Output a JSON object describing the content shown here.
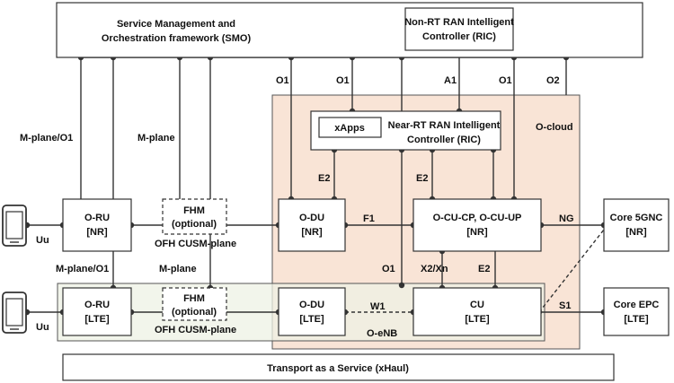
{
  "colors": {
    "ocloud_fill": "#f9e4d6",
    "oenb_fill": "#eef2e4",
    "line": "#333333"
  },
  "icons": [
    "mobile-phone-icon"
  ],
  "boxes": {
    "smo_line1": "Service Management and",
    "smo_line2": "Orchestration framework (SMO)",
    "nonrt_line1": "Non-RT RAN Intelligent",
    "nonrt_line2": "Controller (RIC)",
    "nearrt_line1": "Near-RT RAN Intelligent",
    "nearrt_line2": "Controller (RIC)",
    "xapps": "xApps",
    "oru_nr_line1": "O-RU",
    "oru_nr_line2": "[NR]",
    "fhm_top_line1": "FHM",
    "fhm_top_line2": "(optional)",
    "odu_nr_line1": "O-DU",
    "odu_nr_line2": "[NR]",
    "ocu_line1": "O-CU-CP, O-CU-UP",
    "ocu_line2": "[NR]",
    "core5g_line1": "Core 5GNC",
    "core5g_line2": "[NR]",
    "oru_lte_line1": "O-RU",
    "oru_lte_line2": "[LTE]",
    "fhm_bot_line1": "FHM",
    "fhm_bot_line2": "(optional)",
    "odu_lte_line1": "O-DU",
    "odu_lte_line2": "[LTE]",
    "cu_lte_line1": "CU",
    "cu_lte_line2": "[LTE]",
    "coreepc_line1": "Core EPC",
    "coreepc_line2": "[LTE]",
    "transport": "Transport as a Service (xHaul)"
  },
  "labels": {
    "mplane_o1_top": "M-plane/O1",
    "mplane_top": "M-plane",
    "o1_a": "O1",
    "o1_b": "O1",
    "a1": "A1",
    "o1_c": "O1",
    "o2": "O2",
    "ocloud": "O-cloud",
    "e2_left": "E2",
    "e2_right": "E2",
    "uu_top": "Uu",
    "f1": "F1",
    "ng": "NG",
    "ofh_top": "OFH CUSM-plane",
    "mplane_o1_bot": "M-plane/O1",
    "mplane_bot": "M-plane",
    "o1_d": "O1",
    "x2xn": "X2/Xn",
    "e2_bottom": "E2",
    "uu_bot": "Uu",
    "w1": "W1",
    "s1": "S1",
    "ofh_bot": "OFH CUSM-plane",
    "oenb": "O-eNB"
  }
}
